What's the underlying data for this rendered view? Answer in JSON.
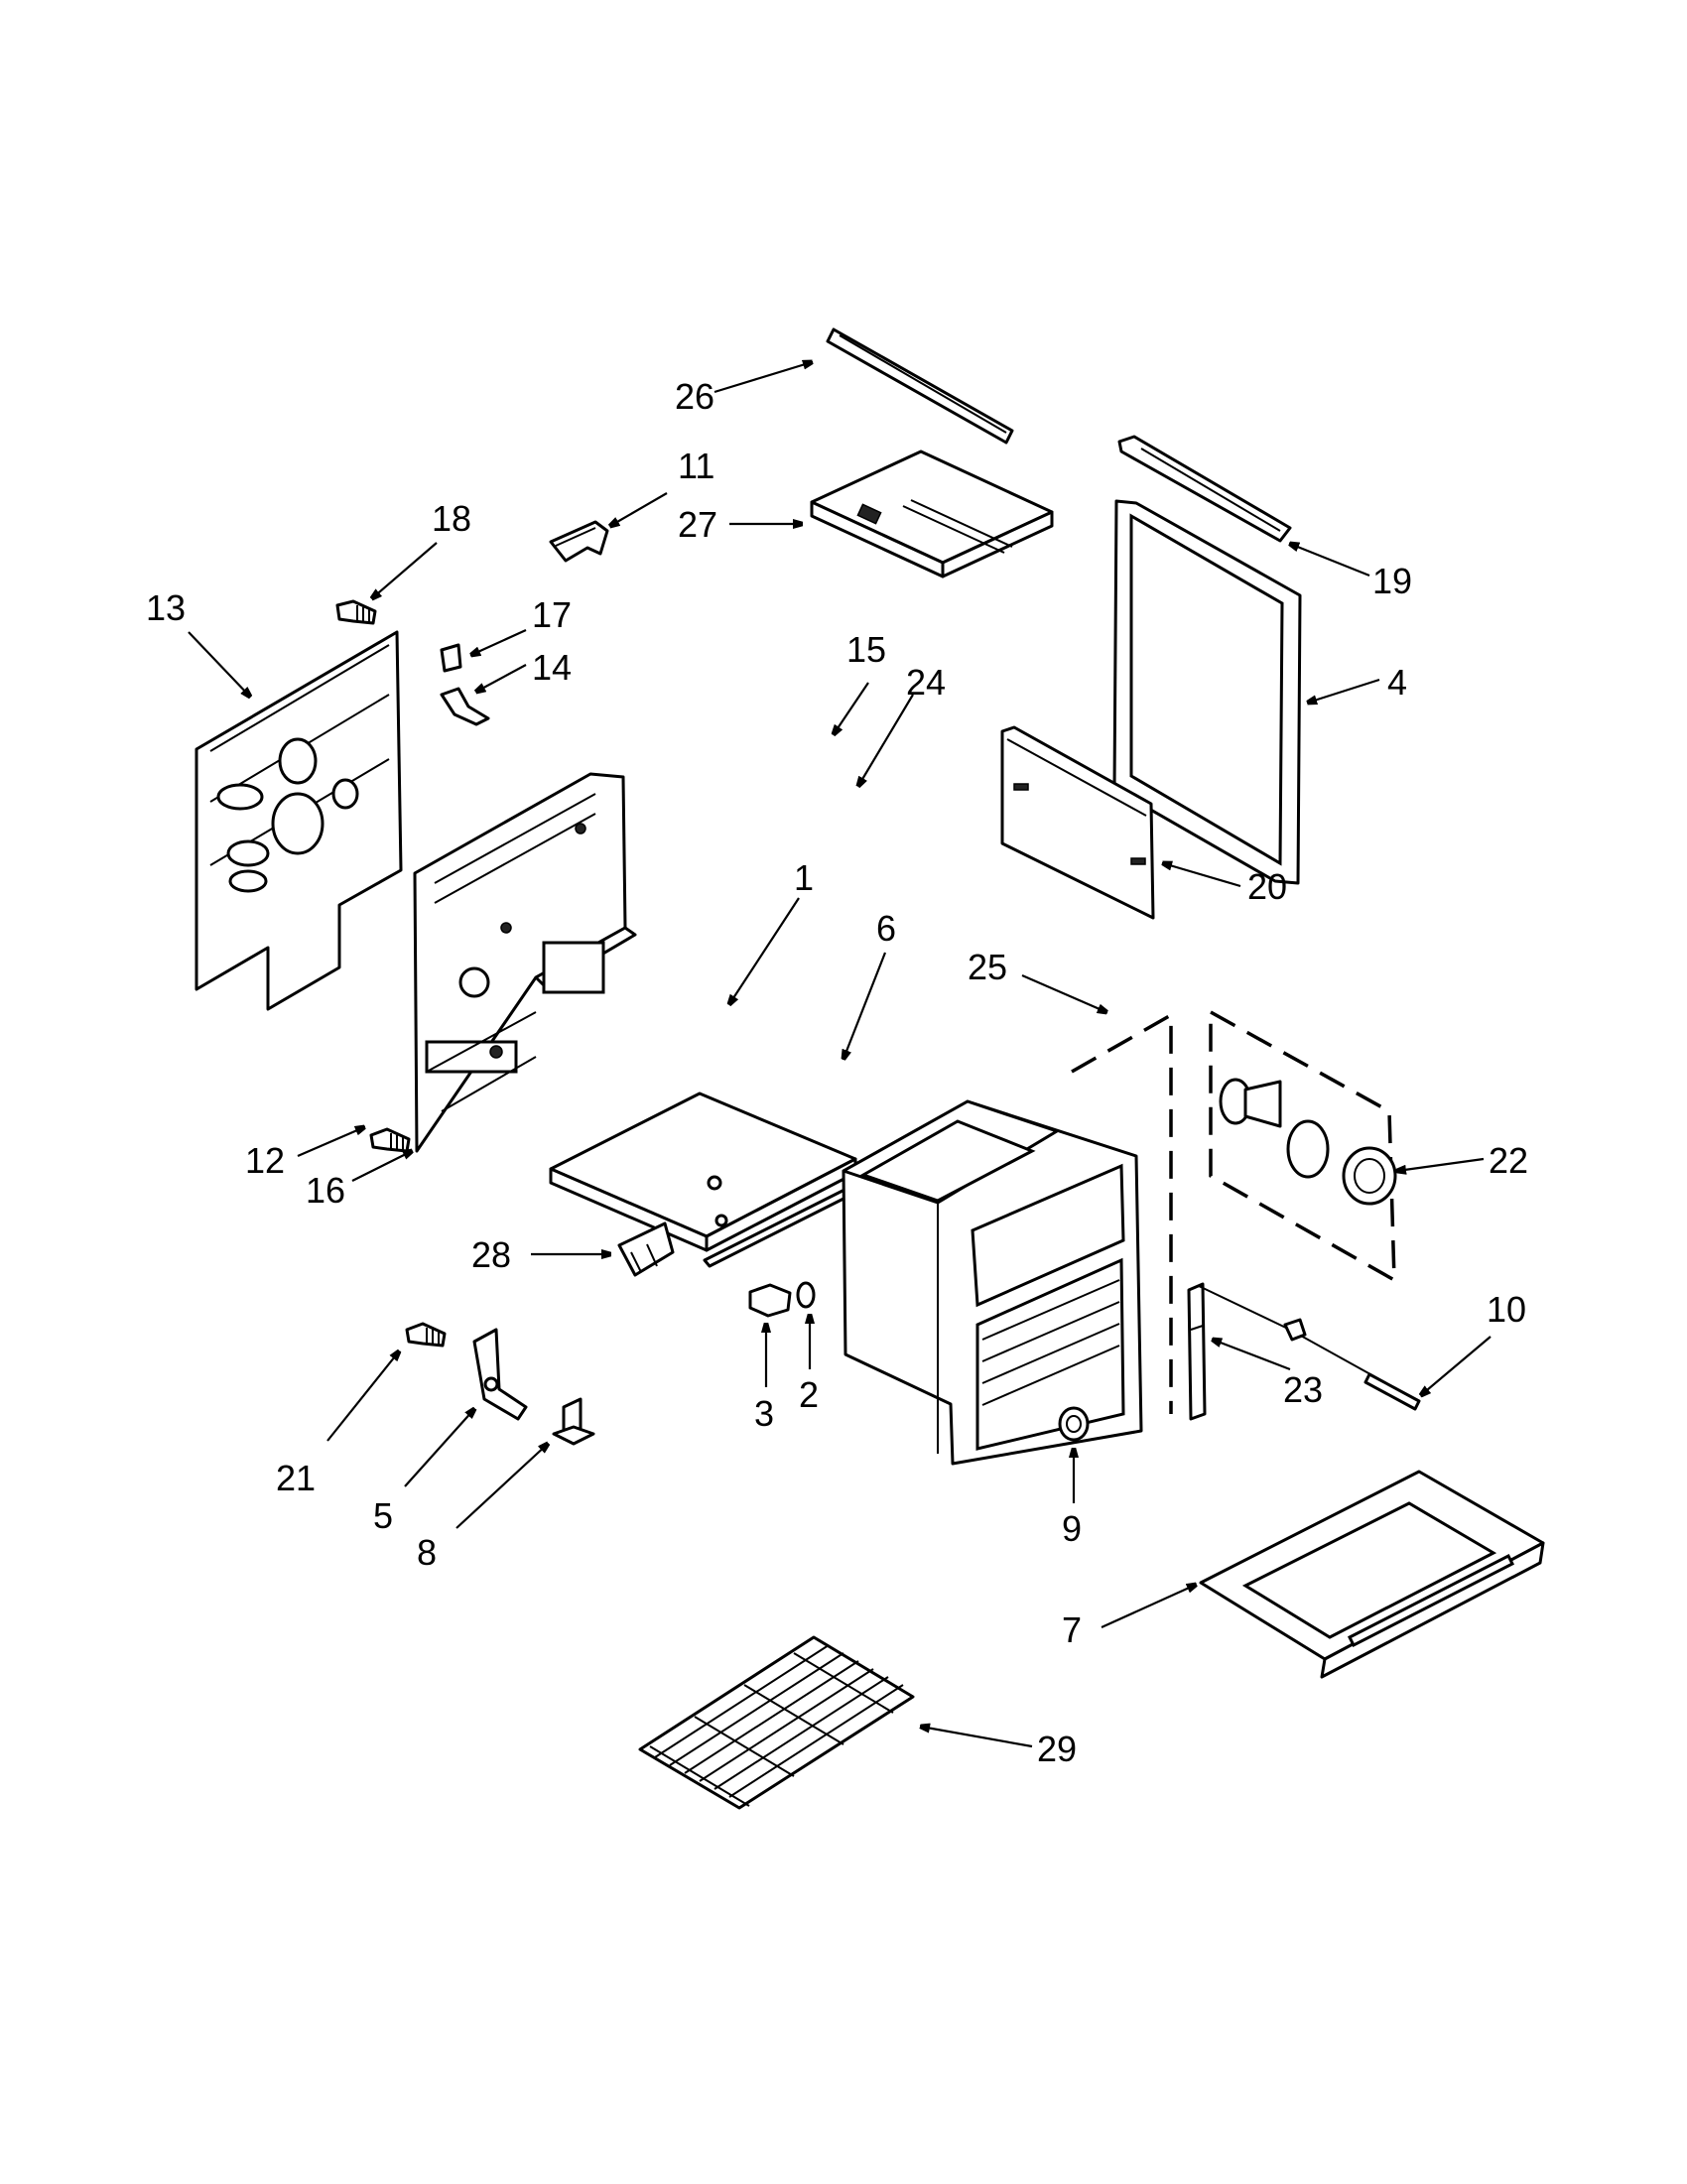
{
  "diagram": {
    "callouts": [
      {
        "id": "1",
        "label": "1"
      },
      {
        "id": "2",
        "label": "2"
      },
      {
        "id": "3",
        "label": "3"
      },
      {
        "id": "4",
        "label": "4"
      },
      {
        "id": "5",
        "label": "5"
      },
      {
        "id": "6",
        "label": "6"
      },
      {
        "id": "7",
        "label": "7"
      },
      {
        "id": "8",
        "label": "8"
      },
      {
        "id": "9",
        "label": "9"
      },
      {
        "id": "10",
        "label": "10"
      },
      {
        "id": "11",
        "label": "11"
      },
      {
        "id": "12",
        "label": "12"
      },
      {
        "id": "13",
        "label": "13"
      },
      {
        "id": "14",
        "label": "14"
      },
      {
        "id": "15",
        "label": "15"
      },
      {
        "id": "16",
        "label": "16"
      },
      {
        "id": "17",
        "label": "17"
      },
      {
        "id": "18",
        "label": "18"
      },
      {
        "id": "19",
        "label": "19"
      },
      {
        "id": "20",
        "label": "20"
      },
      {
        "id": "21",
        "label": "21"
      },
      {
        "id": "22",
        "label": "22"
      },
      {
        "id": "23",
        "label": "23"
      },
      {
        "id": "24",
        "label": "24"
      },
      {
        "id": "25",
        "label": "25"
      },
      {
        "id": "26",
        "label": "26"
      },
      {
        "id": "27",
        "label": "27"
      },
      {
        "id": "28",
        "label": "28"
      },
      {
        "id": "29",
        "label": "29"
      }
    ],
    "line_color": "#000000",
    "background_color": "#ffffff"
  }
}
